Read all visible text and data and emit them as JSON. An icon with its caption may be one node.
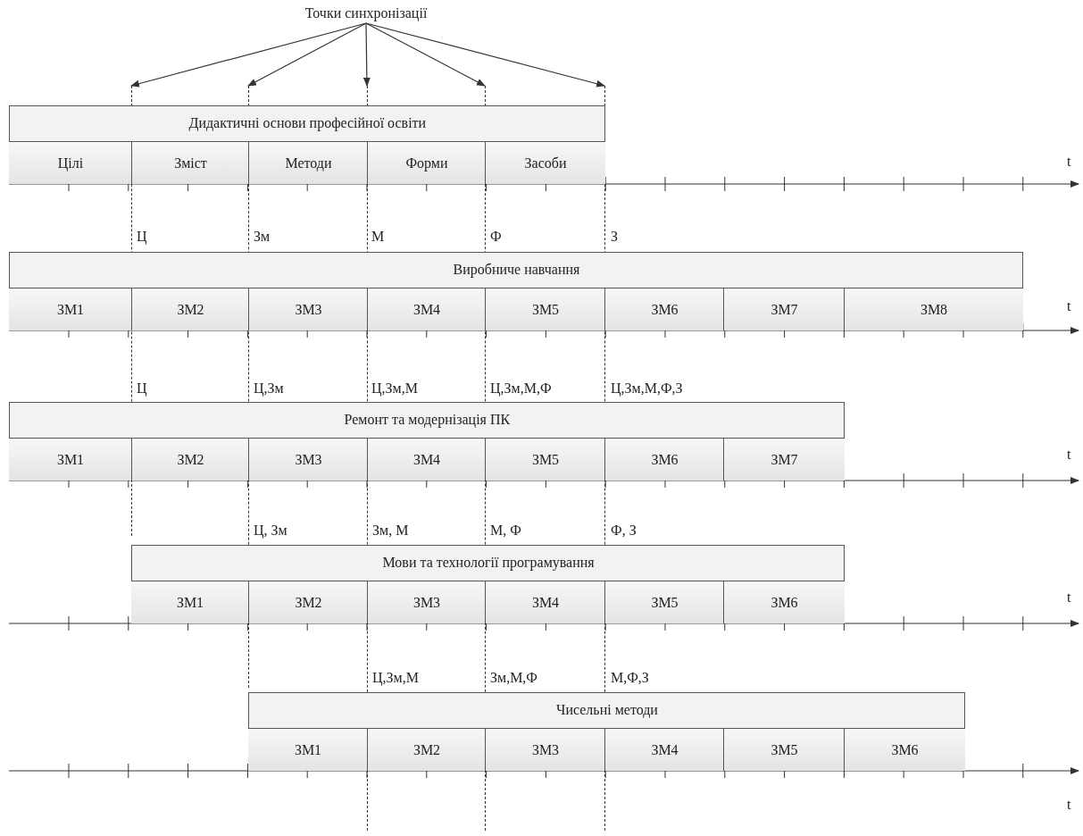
{
  "diagram": {
    "nodes": [
      {
        "text": [
          "Точки синхронізації"
        ]
      },
      {
        "text": [],
        "shape": "line"
      },
      {
        "text": [],
        "shape": "line"
      },
      {
        "text": [],
        "shape": "line"
      },
      {
        "text": [],
        "shape": "line"
      },
      {
        "text": [],
        "shape": "line"
      },
      {
        "text": [
          "Дидактичні основи професійної освіти"
        ]
      },
      {
        "text": [
          "Цілі"
        ],
        "in": 6
      },
      {
        "text": [
          "Зміст"
        ],
        "in": 6
      },
      {
        "text": [
          "Методи"
        ],
        "in": 6
      },
      {
        "text": [
          "Форми"
        ],
        "in": 6
      },
      {
        "text": [
          "Засоби"
        ],
        "in": 6
      },
      {
        "text": [
          "Виробниче навчання"
        ]
      },
      {
        "text": [
          "ЗМ1"
        ],
        "in": 12
      },
      {
        "text": [
          "ЗМ2"
        ],
        "in": 12
      },
      {
        "text": [
          "ЗМ3"
        ],
        "in": 12
      },
      {
        "text": [
          "ЗМ4"
        ],
        "in": 12
      },
      {
        "text": [
          "ЗМ5"
        ],
        "in": 12
      },
      {
        "text": [
          "ЗМ6"
        ],
        "in": 12
      },
      {
        "text": [
          "ЗМ7"
        ],
        "in": 12
      },
      {
        "text": [
          "ЗМ8"
        ],
        "in": 12
      },
      {
        "text": [
          "Ремонт та модернізація ПК"
        ]
      },
      {
        "text": [
          "ЗМ1"
        ],
        "in": 21
      },
      {
        "text": [
          "ЗМ2"
        ],
        "in": 21
      },
      {
        "text": [
          "ЗМ3"
        ],
        "in": 21
      },
      {
        "text": [
          "ЗМ4"
        ],
        "in": 21
      },
      {
        "text": [
          "ЗМ5"
        ],
        "in": 21
      },
      {
        "text": [
          "ЗМ6"
        ],
        "in": 21
      },
      {
        "text": [
          "ЗМ7"
        ],
        "in": 21
      },
      {
        "text": [
          "Мови та технології програмування"
        ]
      },
      {
        "text": [
          "ЗМ1"
        ],
        "in": 29
      },
      {
        "text": [
          "ЗМ2"
        ],
        "in": 29
      },
      {
        "text": [
          "ЗМ3"
        ],
        "in": 29
      },
      {
        "text": [
          "ЗМ4"
        ],
        "in": 29
      },
      {
        "text": [
          "ЗМ5"
        ],
        "in": 29
      },
      {
        "text": [
          "ЗМ6"
        ],
        "in": 29
      },
      {
        "text": [
          "Чисельні методи"
        ]
      },
      {
        "text": [
          "ЗМ1"
        ],
        "in": 36
      },
      {
        "text": [
          "ЗМ2"
        ],
        "in": 36
      },
      {
        "text": [
          "ЗМ3"
        ],
        "in": 36
      },
      {
        "text": [
          "ЗМ4"
        ],
        "in": 36
      },
      {
        "text": [
          "ЗМ5"
        ],
        "in": 36
      },
      {
        "text": [
          "ЗМ6"
        ],
        "in": 36
      }
    ],
    "edges": [
      {
        "from": 0,
        "to": 1,
        "arrow": "to"
      },
      {
        "from": 0,
        "to": 2,
        "arrow": "to"
      },
      {
        "from": 0,
        "to": 3,
        "arrow": "to"
      },
      {
        "from": 0,
        "to": 4,
        "arrow": "to"
      },
      {
        "from": 0,
        "to": 5,
        "arrow": "to"
      }
    ],
    "labels": [
      "t",
      "Ц",
      "Зм",
      "М",
      "Ф",
      "З",
      "t",
      "Ц",
      "Ц,Зм",
      "Ц,Зм,М",
      "Ц,Зм,М,Ф",
      "Ц,Зм,М,Ф,З",
      "t",
      "Ц, Зм",
      "Зм, М",
      "М, Ф",
      "Ф, З",
      "t",
      "Ц,Зм,М",
      "Зм,М,Ф",
      "М,Ф,З",
      "t"
    ]
  }
}
